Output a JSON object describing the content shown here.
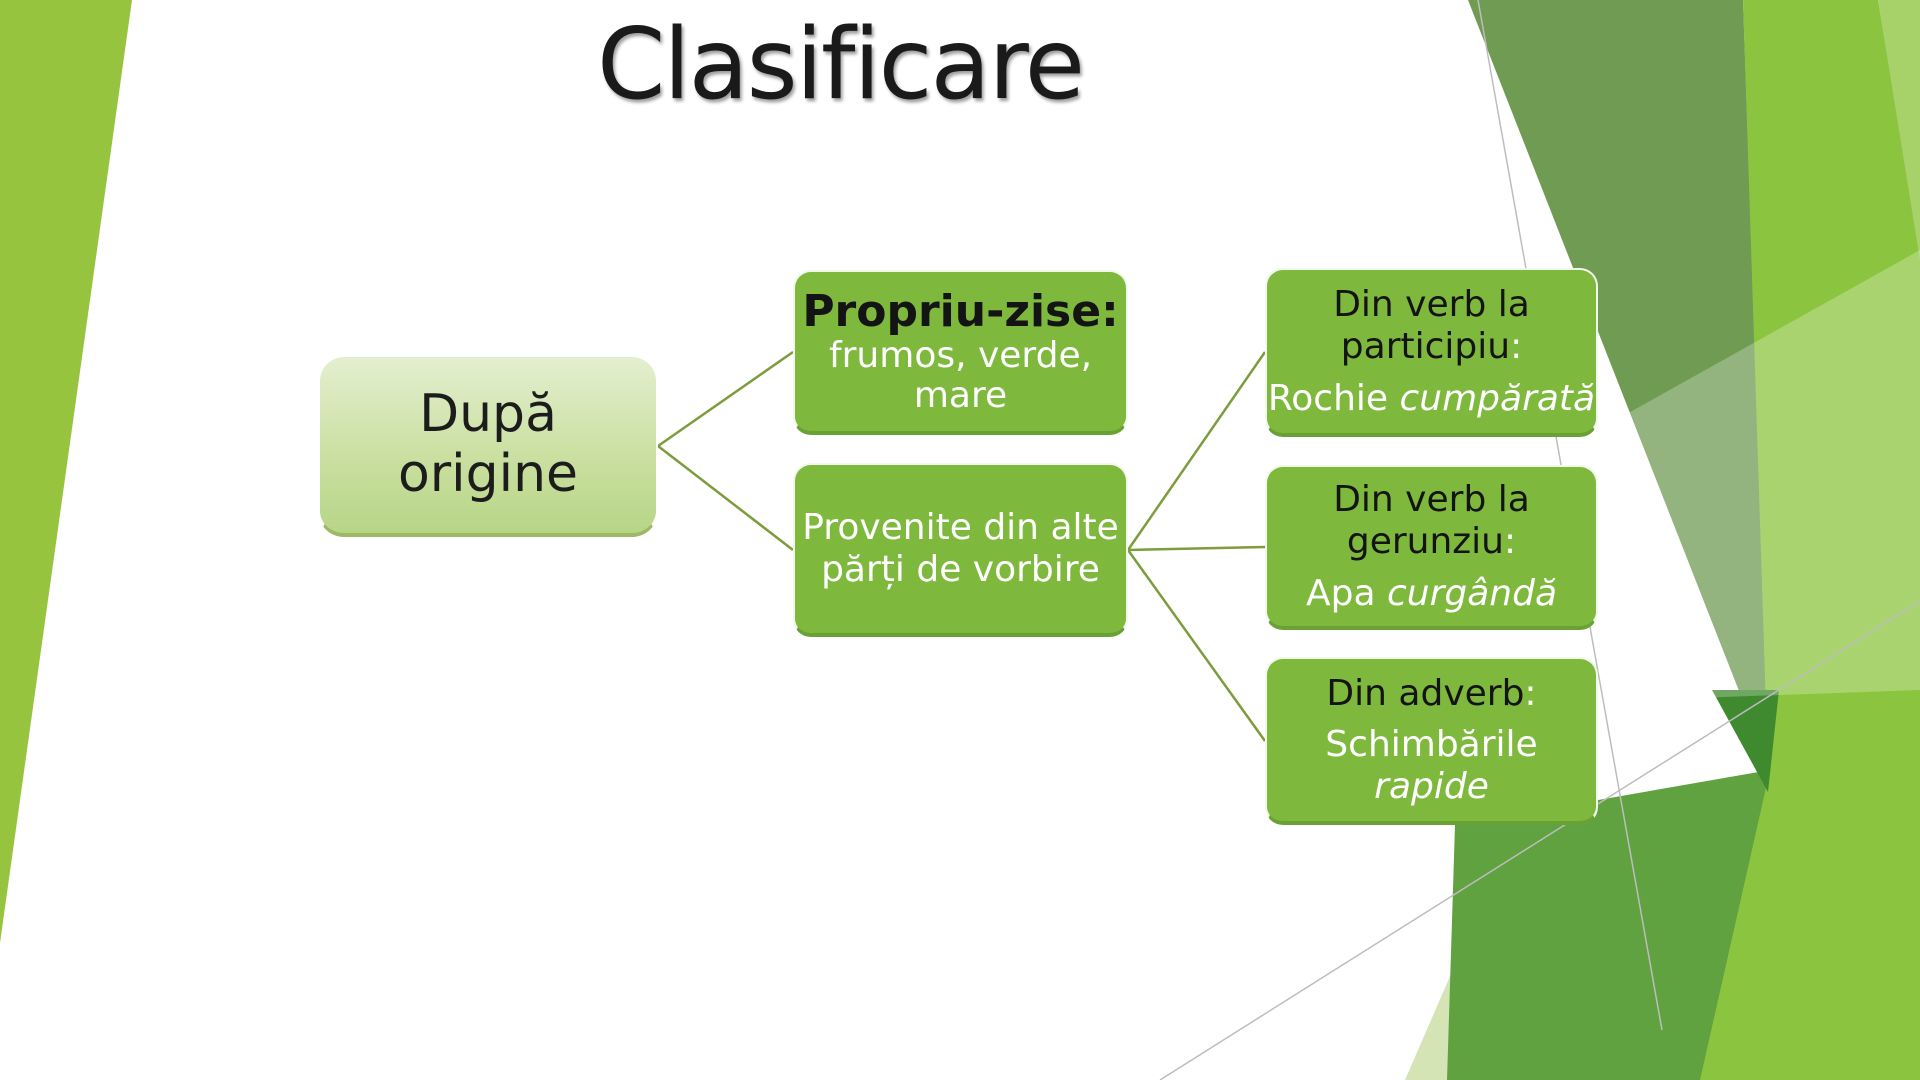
{
  "slide": {
    "title": "Clasificare"
  },
  "colors": {
    "title_text": "#1A1A1A",
    "box_green": "#7EB93E",
    "box_green_dark_edge": "#69A134",
    "root_gradient_top": "#E3EFD0",
    "root_gradient_bottom": "#B7D587",
    "root_edge": "#9CBA66",
    "connector": "#7D9C3B",
    "left_wedge": "#97C43F",
    "accent_sage": "#6F9B53",
    "accent_bright": "#8BC53F",
    "accent_medium": "#5FA23F",
    "accent_dark": "#3F8A2F",
    "accent_light": "#A7D169",
    "accent_pale": "#D4E4B4",
    "line_gray": "#BDBDBD"
  },
  "diagram": {
    "root": {
      "lines": [
        "După",
        "origine"
      ]
    },
    "level1": [
      {
        "title": "Propriu-zise:",
        "subtitle_lines": [
          "frumos, verde,",
          "mare"
        ]
      },
      {
        "body_lines": [
          "Provenite din alte",
          "părți de vorbire"
        ]
      }
    ],
    "level2": [
      {
        "title_lines": [
          "Din verb la",
          "participiu"
        ],
        "colon": ":",
        "example_lines": [
          {
            "prefix": "Rochie ",
            "italic": "cumpărată"
          }
        ]
      },
      {
        "title_lines": [
          "Din verb la",
          "gerunziu"
        ],
        "colon": ":",
        "example_lines": [
          {
            "prefix": "Apa ",
            "italic": "curgândă"
          }
        ]
      },
      {
        "title_lines": [
          "Din adverb"
        ],
        "colon": ":",
        "example_lines": [
          {
            "prefix": "Schimbările",
            "italic": ""
          },
          {
            "prefix": "",
            "italic": "rapide"
          }
        ]
      }
    ]
  }
}
